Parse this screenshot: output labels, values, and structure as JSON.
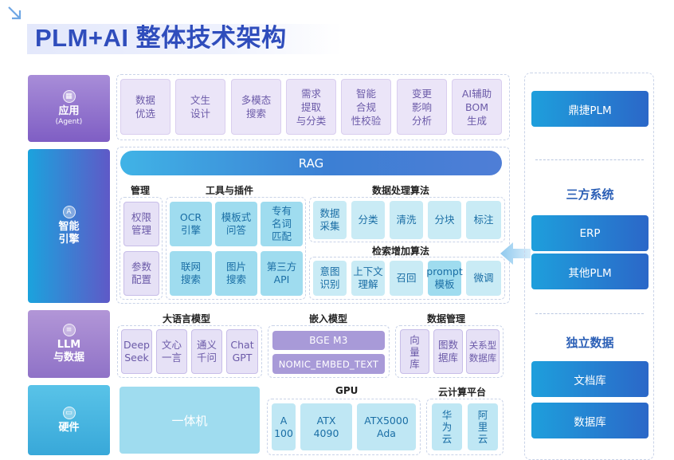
{
  "title": "PLM+AI 整体技术架构",
  "layers": {
    "app": {
      "label": "应用",
      "sub": "(Agent)"
    },
    "engine": {
      "label": "智能\n引擎",
      "icon": "A"
    },
    "llm": {
      "label": "LLM\n与数据"
    },
    "hardware": {
      "label": "硬件"
    }
  },
  "apps": [
    "数据\n优选",
    "文生\n设计",
    "多模态\n搜索",
    "需求\n提取\n与分类",
    "智能\n合规\n性校验",
    "变更\n影响\n分析",
    "AI辅助\nBOM\n生成"
  ],
  "rag": "RAG",
  "management": {
    "title": "管理",
    "items": [
      "权限\n管理",
      "参数\n配置"
    ]
  },
  "tools": {
    "title": "工具与插件",
    "items": [
      "OCR\n引擎",
      "模板式\n问答",
      "专有\n名词\n匹配",
      "联网\n搜索",
      "图片\n搜索",
      "第三方\nAPI"
    ]
  },
  "data_processing": {
    "title": "数据处理算法",
    "items": [
      "数据\n采集",
      "分类",
      "清洗",
      "分块",
      "标注"
    ]
  },
  "retrieval": {
    "title": "检索增加算法",
    "items": [
      "意图\n识别",
      "上下文\n理解",
      "召回",
      "prompt\n模板",
      "微调"
    ]
  },
  "llm_models": {
    "title": "大语言模型",
    "items": [
      "Deep\nSeek",
      "文心\n一言",
      "通义\n千问",
      "Chat\nGPT"
    ]
  },
  "embedding": {
    "title": "嵌入模型",
    "items": [
      "BGE M3",
      "NOMIC_EMBED_TEXT"
    ]
  },
  "data_mgmt": {
    "title": "数据管理",
    "items": [
      "向\n量\n库",
      "图数\n据库",
      "关系型\n数据库"
    ]
  },
  "integrated": "一体机",
  "gpu": {
    "title": "GPU",
    "items": [
      "A\n100",
      "ATX\n4090",
      "ATX5000\nAda"
    ]
  },
  "cloud": {
    "title": "云计算平台",
    "items": [
      "华\n为\n云",
      "阿\n里\n云"
    ]
  },
  "right": {
    "plm": "鼎捷PLM",
    "third_party_title": "三方系统",
    "third_party": [
      "ERP",
      "其他PLM"
    ],
    "independent_title": "独立数据",
    "independent": [
      "文档库",
      "数据库"
    ]
  }
}
